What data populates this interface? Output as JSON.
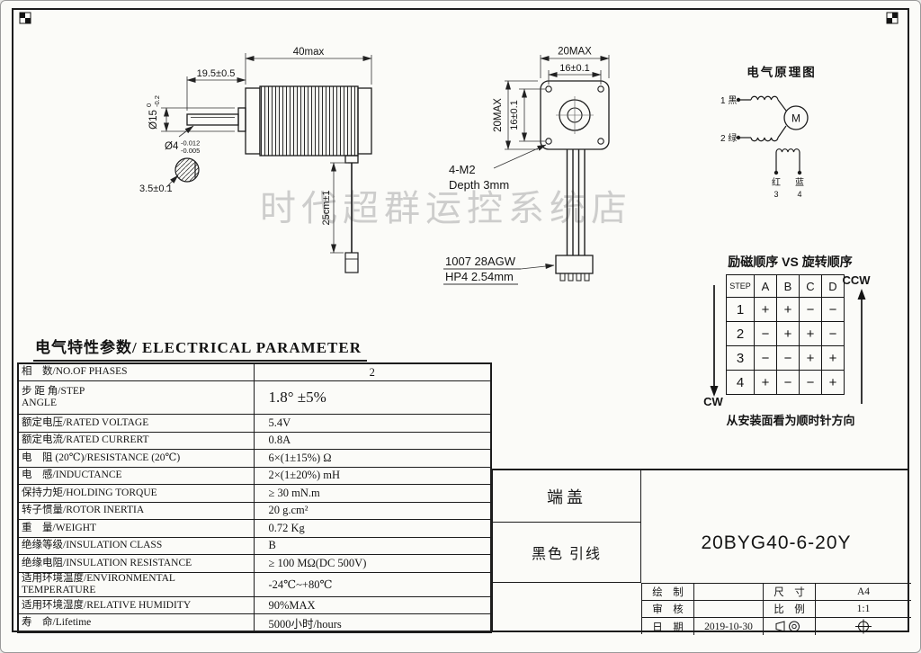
{
  "watermark": "时代超群运控系统店",
  "side_view": {
    "dim_length": "40max",
    "dim_shaft_len": "19.5±0.5",
    "dim_boss_dia": "Ø15",
    "boss_tol_top": "0",
    "boss_tol_bot": "-0.2",
    "dim_shaft_dia": "Ø4",
    "shaft_tol_top": "-0.012",
    "shaft_tol_bot": "-0.005",
    "dim_flat": "3.5±0.1",
    "dim_cable_len": "25cm±1"
  },
  "front_view": {
    "dim_width": "20MAX",
    "dim_hole_span_top": "16±0.1",
    "dim_height": "20MAX",
    "dim_hole_span_side": "16±0.1",
    "holes_label": "4-M2",
    "holes_depth": "Depth 3mm",
    "cable_spec": "1007 28AGW",
    "connector_spec": "HP4 2.54mm"
  },
  "schematic": {
    "title": "电气原理图",
    "motor_symbol": "M",
    "terminal1": "1 黑",
    "terminal2": "2 绿",
    "terminal3_color": "红",
    "terminal3_num": "3",
    "terminal4_color": "蓝",
    "terminal4_num": "4"
  },
  "sequence": {
    "title": "励磁顺序 VS 旋转顺序",
    "ccw_label": "CCW",
    "cw_label": "CW",
    "note": "从安装面看为顺时针方向",
    "headers": [
      "STEP",
      "A",
      "B",
      "C",
      "D"
    ],
    "rows": [
      [
        "1",
        "+",
        "+",
        "−",
        "−"
      ],
      [
        "2",
        "−",
        "+",
        "+",
        "−"
      ],
      [
        "3",
        "−",
        "−",
        "+",
        "+"
      ],
      [
        "4",
        "+",
        "−",
        "−",
        "+"
      ]
    ]
  },
  "param_header": "电气特性参数/ ELECTRICAL PARAMETER",
  "params": [
    {
      "label": "相　数/NO.OF PHASES",
      "value": "2"
    },
    {
      "label": "步 距 角/STEP\nANGLE",
      "value": "1.8° ±5%"
    },
    {
      "label": "额定电压/RATED VOLTAGE",
      "value": "5.4V"
    },
    {
      "label": "额定电流/RATED CURRERT",
      "value": "0.8A"
    },
    {
      "label": "电　阻 (20℃)/RESISTANCE (20℃)",
      "value": "6×(1±15%) Ω"
    },
    {
      "label": "电　感/INDUCTANCE",
      "value": "2×(1±20%) mH"
    },
    {
      "label": "保持力矩/HOLDING TORQUE",
      "value": "≥ 30 mN.m"
    },
    {
      "label": "转子惯量/ROTOR INERTIA",
      "value": "20 g.cm²"
    },
    {
      "label": "重　量/WEIGHT",
      "value": "0.72 Kg"
    },
    {
      "label": "绝缘等级/INSULATION  CLASS",
      "value": "B"
    },
    {
      "label": "绝缘电阻/INSULATION  RESISTANCE",
      "value": "≥ 100 MΩ(DC 500V)"
    },
    {
      "label": "适用环境温度/ENVIRONMENTAL TEMPERATURE",
      "value": "-24℃~+80℃"
    },
    {
      "label": "适用环境湿度/RELATIVE HUMIDITY",
      "value": "90%MAX"
    },
    {
      "label": "寿　命/Lifetime",
      "value": "5000小时/hours"
    }
  ],
  "title_block": {
    "end_cap": "端盖",
    "lead_wire": "黑色 引线",
    "model": "20BYG40-6-20Y",
    "drawn_label": "绘　制",
    "checked_label": "审　核",
    "date_label": "日　期",
    "size_label": "尺　寸",
    "scale_label": "比　例",
    "size_value": "A4",
    "scale_value": "1:1",
    "date_value": "2019-10-30"
  }
}
